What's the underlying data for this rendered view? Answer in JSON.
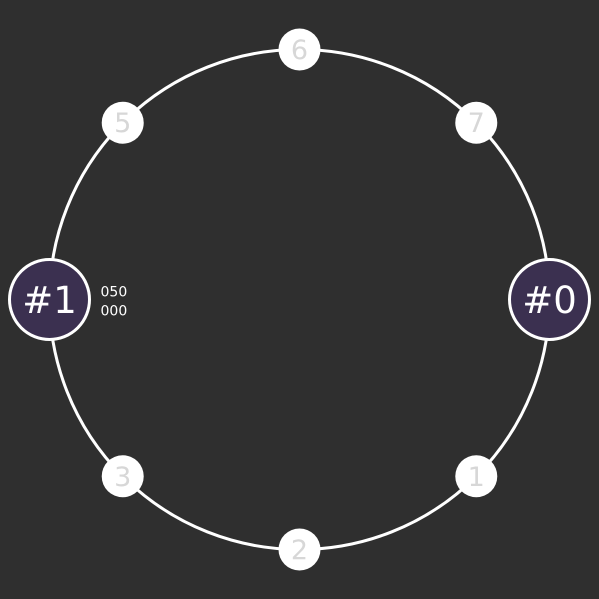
{
  "colors": {
    "background": "#2f2f2f",
    "ring": "#ffffff",
    "slot_fill": "#ffffff",
    "slot_text": "#d7d7d7",
    "node_fill": "#3b3050",
    "node_text": "#ffffff"
  },
  "ring": {
    "slot_count": 8,
    "slots": [
      {
        "index": 0,
        "label": ""
      },
      {
        "index": 1,
        "label": "1"
      },
      {
        "index": 2,
        "label": "2"
      },
      {
        "index": 3,
        "label": "3"
      },
      {
        "index": 4,
        "label": ""
      },
      {
        "index": 5,
        "label": "5"
      },
      {
        "index": 6,
        "label": "6"
      },
      {
        "index": 7,
        "label": "7"
      }
    ],
    "nodes": [
      {
        "slot": 0,
        "label": "#0",
        "info": []
      },
      {
        "slot": 4,
        "label": "#1",
        "info": [
          "050",
          "000"
        ]
      }
    ]
  }
}
